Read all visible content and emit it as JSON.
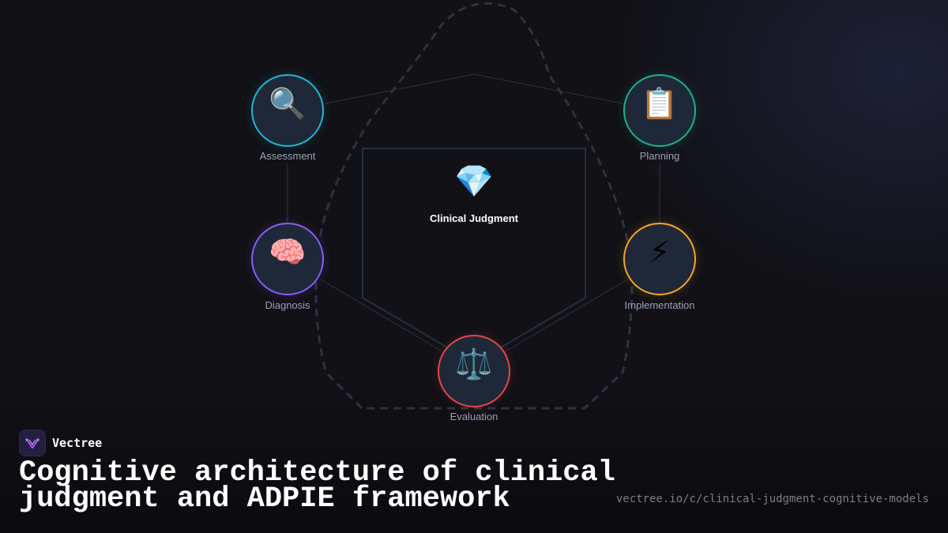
{
  "diagram": {
    "center": {
      "icon": "💎",
      "icon_name": "gem-icon",
      "label": "Clinical Judgment"
    },
    "nodes": [
      {
        "id": "assessment",
        "label": "Assessment",
        "icon": "🔍",
        "icon_name": "magnifier-icon",
        "color": "#22b5d8"
      },
      {
        "id": "planning",
        "label": "Planning",
        "icon": "📋",
        "icon_name": "clipboard-icon",
        "color": "#1fb08a"
      },
      {
        "id": "diagnosis",
        "label": "Diagnosis",
        "icon": "🧠",
        "icon_name": "brain-icon",
        "color": "#8b5cf6"
      },
      {
        "id": "implementation",
        "label": "Implementation",
        "icon": "⚡",
        "icon_name": "lightning-icon",
        "color": "#f5a524"
      },
      {
        "id": "evaluation",
        "label": "Evaluation",
        "icon": "⚖️",
        "icon_name": "scales-icon",
        "color": "#e04848"
      }
    ]
  },
  "brand": {
    "name": "Vectree",
    "logo_icon": "vectree-logo-icon",
    "accent": "#a855f7"
  },
  "title": "Cognitive architecture of clinical judgment and ADPIE framework",
  "url": "vectree.io/c/clinical-judgment-cognitive-models"
}
